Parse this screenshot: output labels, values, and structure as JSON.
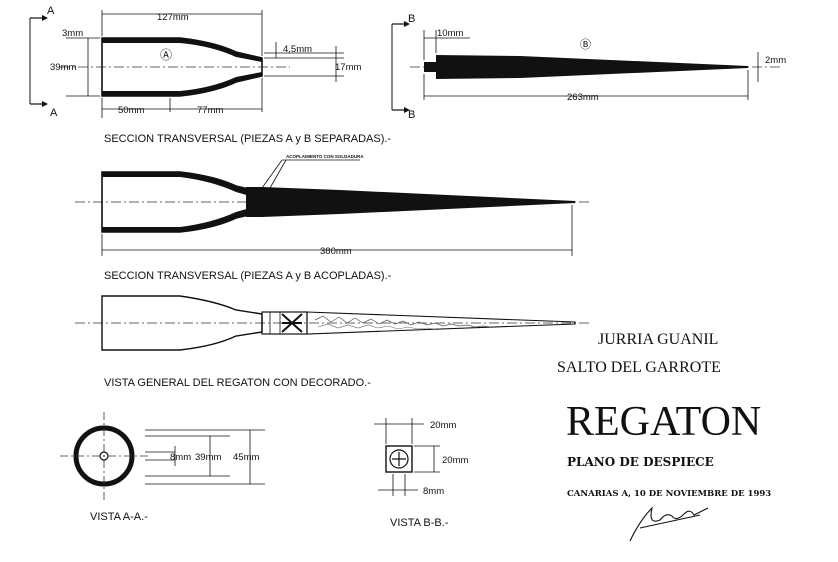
{
  "piece_a": {
    "label_left_top": "A",
    "label_left_bottom": "A",
    "dim_length": "127mm",
    "dim_wall": "3mm",
    "dim_diameter": "39mm",
    "dim_socket": "50mm",
    "dim_taper": "77mm",
    "dim_tip_wall": "4,5mm",
    "dim_tip_dia": "17mm",
    "marker": "Ⓐ"
  },
  "piece_b": {
    "label_top": "B",
    "label_bottom": "B",
    "dim_shank": "10mm",
    "dim_length": "263mm",
    "dim_tip": "2mm",
    "marker": "Ⓑ"
  },
  "captions": {
    "section_separated": "SECCION TRANSVERSAL (PIEZAS A y B SEPARADAS).-",
    "section_coupled": "SECCION TRANSVERSAL (PIEZAS A y B ACOPLADAS).-",
    "general_view": "VISTA GENERAL DEL REGATON CON DECORADO.-",
    "view_a": "VISTA A-A.-",
    "view_b": "VISTA B-B.-"
  },
  "coupled": {
    "dim_total": "380mm",
    "note": "ACOPLAMIENTO CON SOLDADURA"
  },
  "view_a_dims": {
    "d1": "8mm",
    "d2": "39mm",
    "d3": "45mm"
  },
  "view_b_dims": {
    "top": "20mm",
    "side": "20mm",
    "bottom": "8mm"
  },
  "title_block": {
    "line1": "JURRIA GUANIL",
    "line2": "SALTO DEL GARROTE",
    "title": "REGATON",
    "subtitle": "PLANO DE DESPIECE",
    "date_line": "CANARIAS A, 10 DE NOVIEMBRE DE 1993"
  }
}
